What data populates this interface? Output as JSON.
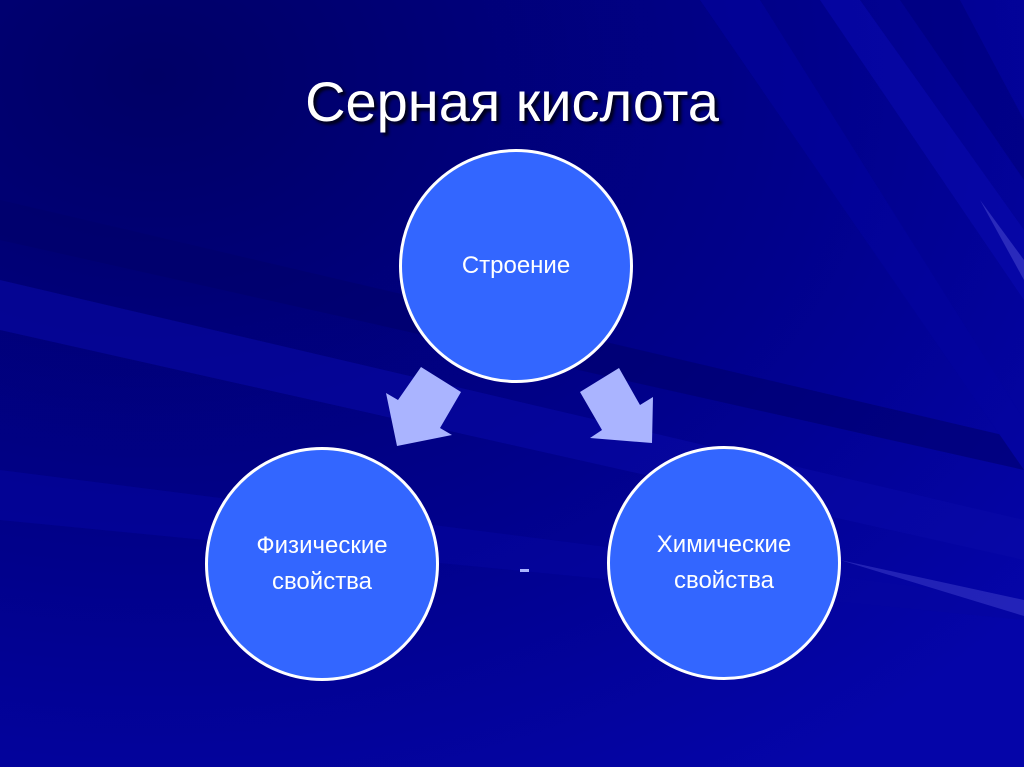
{
  "slide": {
    "title": "Серная кислота",
    "colors": {
      "background": "#01018c",
      "node_fill": "#3366ff",
      "node_border": "#ffffff",
      "arrow_fill": "#aab4ff",
      "text": "#ffffff"
    }
  },
  "diagram": {
    "nodes": [
      {
        "id": "top",
        "lines": [
          "Строение"
        ]
      },
      {
        "id": "left",
        "lines": [
          "Физические",
          "свойства"
        ]
      },
      {
        "id": "right",
        "lines": [
          "Химические",
          "свойства"
        ]
      }
    ],
    "arrows": [
      {
        "from": "top",
        "to": "left",
        "icon": "arrow-down-left-icon"
      },
      {
        "from": "top",
        "to": "right",
        "icon": "arrow-down-right-icon"
      }
    ]
  }
}
